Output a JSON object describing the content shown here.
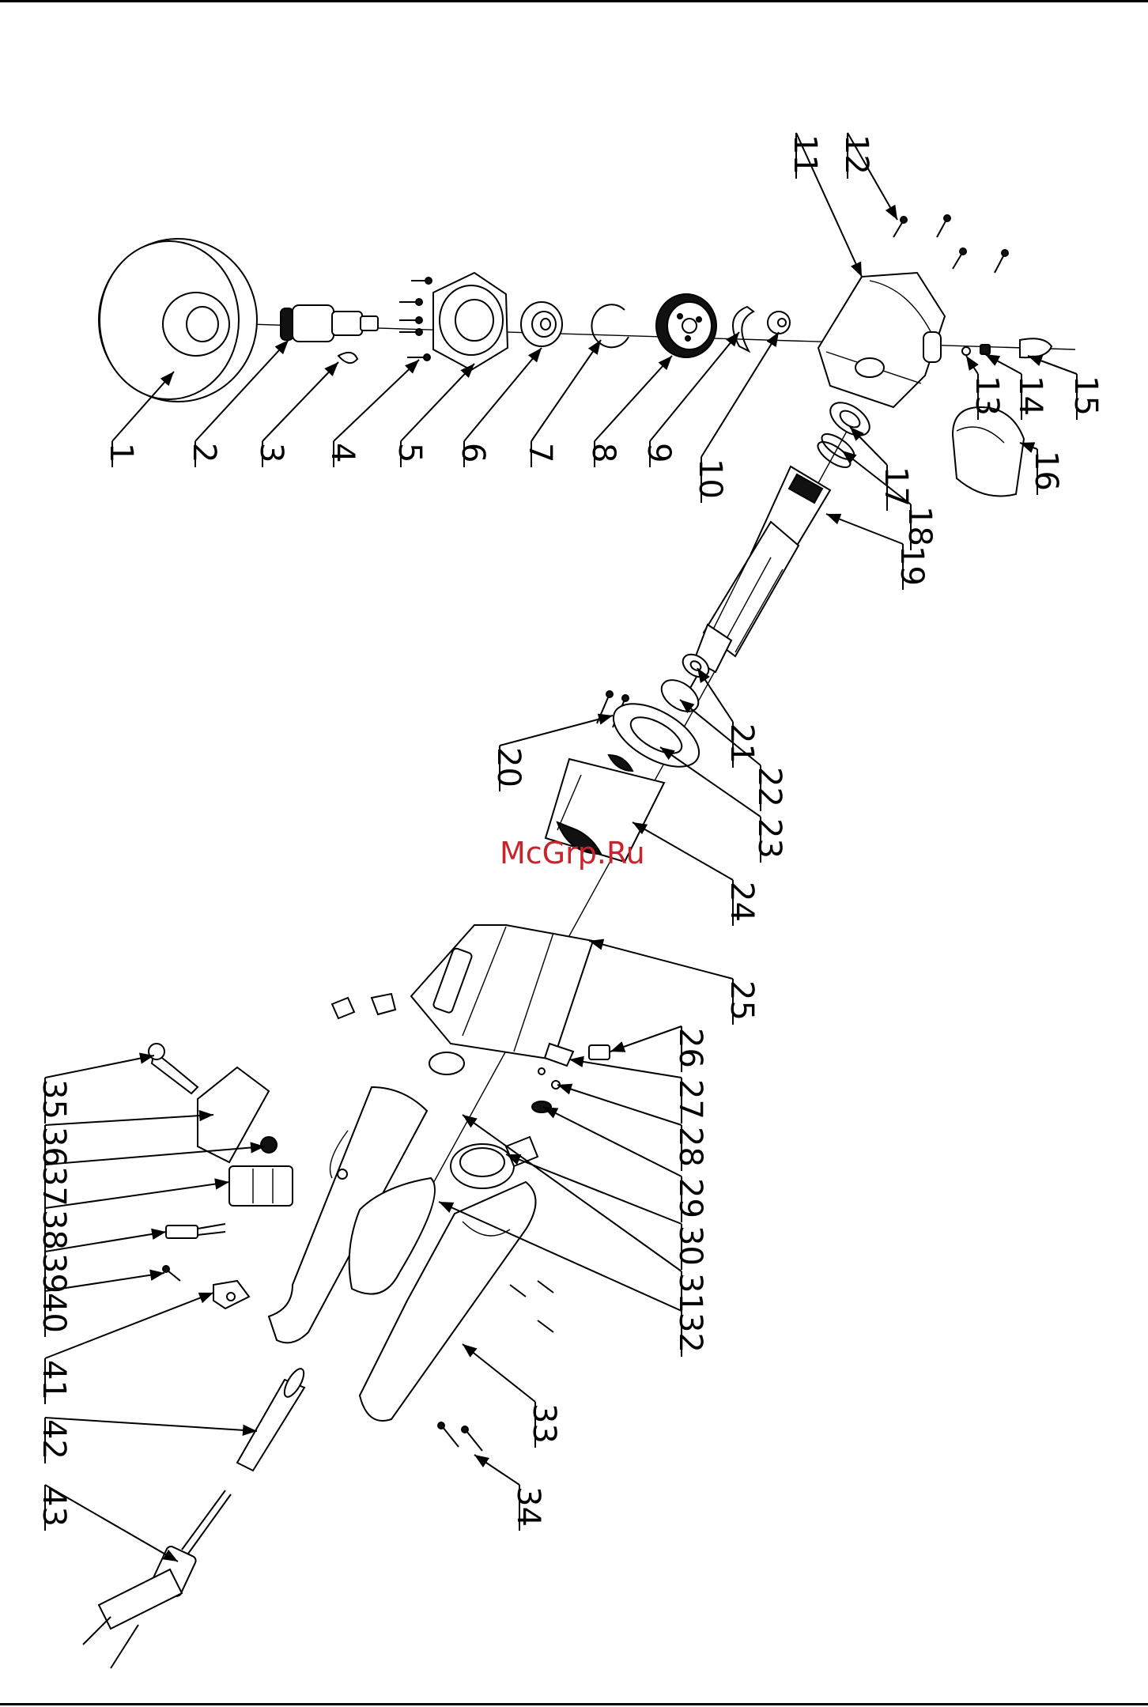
{
  "watermark": "McGrp.Ru",
  "labels": [
    "1",
    "2",
    "3",
    "4",
    "5",
    "6",
    "7",
    "8",
    "9",
    "10",
    "11",
    "12",
    "13",
    "14",
    "15",
    "16",
    "17",
    "18",
    "19",
    "20",
    "21",
    "22",
    "23",
    "24",
    "25",
    "26",
    "27",
    "28",
    "29",
    "30",
    "31",
    "32",
    "33",
    "34",
    "35",
    "36",
    "37",
    "38",
    "39",
    "40",
    "41",
    "42",
    "43"
  ]
}
